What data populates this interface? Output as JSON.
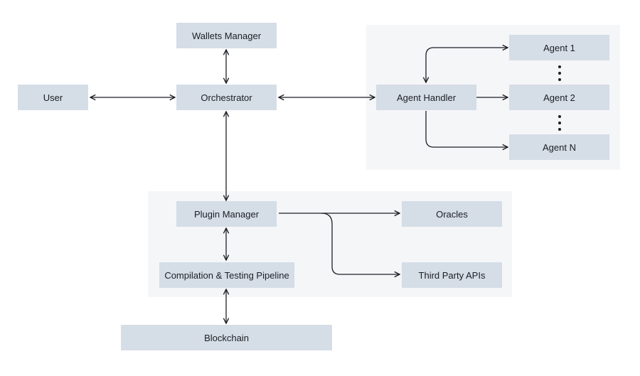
{
  "nodes": {
    "user": "User",
    "wallets_manager": "Wallets Manager",
    "orchestrator": "Orchestrator",
    "agent_handler": "Agent Handler",
    "agent_1": "Agent 1",
    "agent_2": "Agent 2",
    "agent_n": "Agent N",
    "plugin_manager": "Plugin Manager",
    "oracles": "Oracles",
    "third_party_apis": "Third Party APIs",
    "compilation_pipeline": "Compilation & Testing Pipeline",
    "blockchain": "Blockchain"
  },
  "colors": {
    "node_fill": "#d5dde7",
    "group_fill": "#f5f6f8",
    "edge": "#1c1f24",
    "text": "#1c1f24"
  }
}
